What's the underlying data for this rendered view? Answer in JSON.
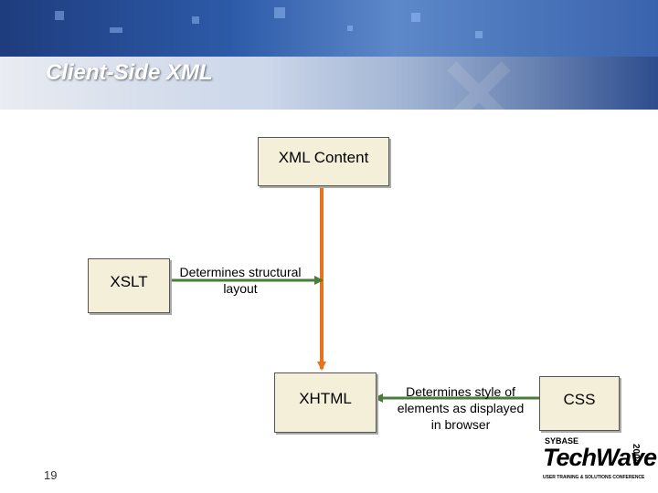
{
  "slide": {
    "title": "Client-Side XML",
    "page_number": "19"
  },
  "nodes": {
    "xml_content": "XML Content",
    "xslt": "XSLT",
    "xhtml": "XHTML",
    "css": "CSS"
  },
  "annotations": {
    "xslt_note": [
      "Determines structural",
      "layout"
    ],
    "css_note": [
      "Determines style of",
      "elements as displayed",
      "in browser"
    ]
  },
  "logo": {
    "brand": "SYBASE",
    "name": "TechWave",
    "year": "2004",
    "tagline": "USER TRAINING & SOLUTIONS CONFERENCE"
  },
  "colors": {
    "flow_arrow": "#e8731e",
    "relation_arrow": "#4a7c3a",
    "doc_fill": "#f4efd8"
  }
}
